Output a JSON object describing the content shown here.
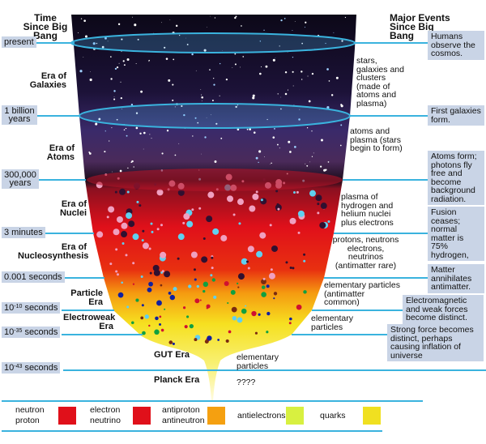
{
  "headers": {
    "time": "Time Since Big Bang",
    "events": "Major Events Since Big Bang"
  },
  "times": [
    {
      "base": "present"
    },
    {
      "base": "1 billion years"
    },
    {
      "base": "300,000 years"
    },
    {
      "base": "3 minutes"
    },
    {
      "base": "0.001 seconds"
    },
    {
      "base": "10",
      "exp": "-10",
      "unit": "seconds"
    },
    {
      "base": "10",
      "exp": "-35",
      "unit": "seconds"
    },
    {
      "base": "10",
      "exp": "-43",
      "unit": "seconds"
    }
  ],
  "eras": [
    "Era of Galaxies",
    "Era of Atoms",
    "Era of Nuclei",
    "Era of Nucleosynthesis",
    "Particle Era",
    "Electroweak Era",
    "GUT Era",
    "Planck Era"
  ],
  "contents": [
    "stars, galaxies and clusters (made of atoms and plasma)",
    "atoms and plasma (stars begin to form)",
    "plasma of hydrogen and helium nuclei plus electrons",
    "protons, neutrons electrons, neutrinos (antimatter rare)",
    "elementary particles (antimatter common)",
    "elementary particles",
    "elementary particles",
    "????"
  ],
  "events": [
    "Humans observe the cosmos.",
    "First galaxies form.",
    "Atoms form; photons fly free and become background radiation.",
    "Fusion ceases; normal matter is 75% hydrogen,",
    "Matter annihilates antimatter.",
    "Electromagnetic and weak forces become distinct.",
    "Strong force becomes distinct, perhaps causing inflation of universe"
  ],
  "legend": [
    "neutron",
    "proton",
    "electron",
    "neutrino",
    "antiproton",
    "antineutron",
    "antielectrons",
    "quarks"
  ],
  "colors": {
    "line": "#3ab3de",
    "box": "#c9d4e6"
  }
}
